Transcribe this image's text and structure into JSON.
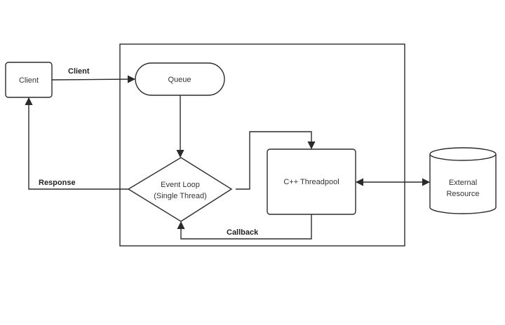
{
  "nodes": {
    "client": "Client",
    "queue": "Queue",
    "event_loop": [
      "Event Loop",
      "(Single Thread)"
    ],
    "threadpool": "C++ Threadpool",
    "external_resource": [
      "External",
      "Resource"
    ]
  },
  "edges": {
    "client_to_queue": "Client",
    "loop_to_client": "Response",
    "threadpool_to_loop": "Callback"
  },
  "colors": {
    "stroke": "#2b2b2b",
    "fill": "#ffffff",
    "background": "#ffffff"
  }
}
